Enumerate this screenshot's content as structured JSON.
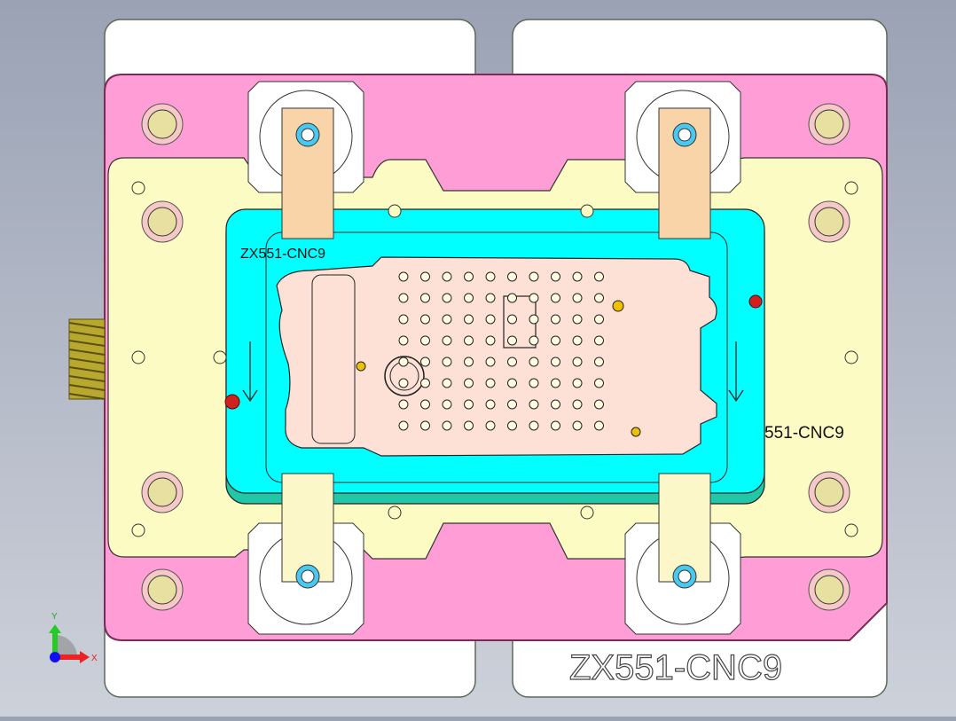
{
  "model": {
    "labels": {
      "part_label_top_left": "ZX551-CNC9",
      "part_label_right": "551-CNC9",
      "plate_engraving": "ZX551-CNC9"
    },
    "colors": {
      "base_plate": "#ffffff",
      "pink_plate": "#ff9ed6",
      "yellow_plate": "#fdfbc4",
      "cyan_plate": "#00ffff",
      "workpiece": "#fde0d6",
      "clamp_top": "#f9d4a8",
      "clamp_bottom": "#fcf7c8",
      "bolt": "#e8e0a0",
      "locator_ball": "#d02020"
    }
  },
  "triad": {
    "x_label": "X",
    "y_label": "Y"
  }
}
